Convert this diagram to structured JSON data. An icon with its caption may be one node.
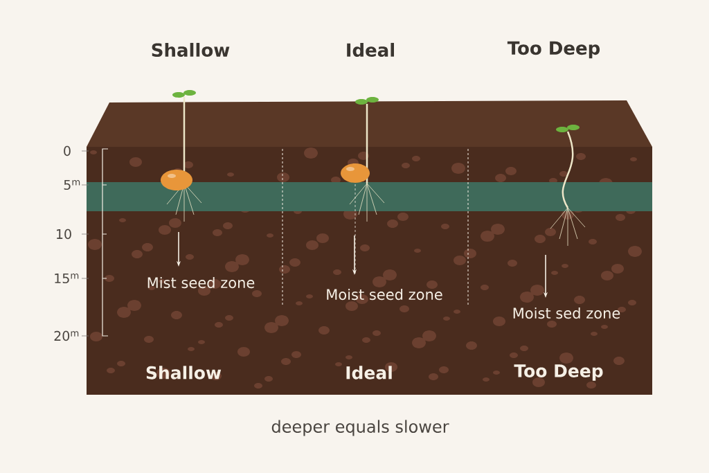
{
  "diagram": {
    "caption": "deeper equals slower",
    "labels": [
      "Shallow",
      "Ideal",
      "Too Deep",
      "0",
      "5$^{m}$",
      "10",
      "15$^{m}$",
      "20$^{m}$",
      "Mist seed zone",
      "Moist seed zone",
      "Moist sed zone",
      "Shallow",
      "Ideal",
      "Too Deep"
    ]
  }
}
